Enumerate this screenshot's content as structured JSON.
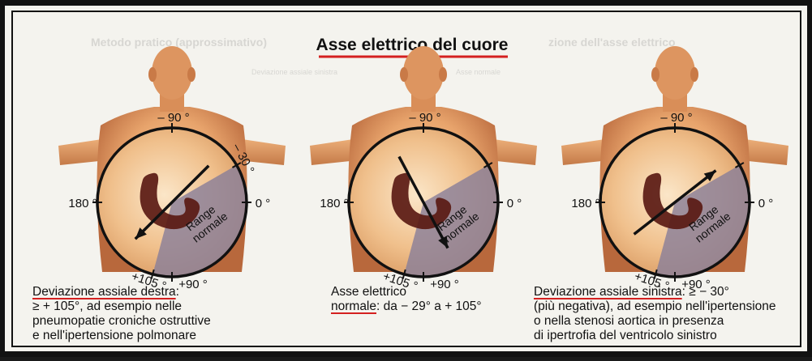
{
  "title": "Asse elettrico del cuore",
  "background_text": {
    "heading_left": "Metodo pratico (approssimativo)",
    "heading_right": "zione dell'asse elettrico",
    "small_1": "Deviazione assiale sinistra",
    "small_2": "Asse normale"
  },
  "angle_labels": {
    "minus90": "– 90 °",
    "minus30": "– 30 °",
    "deg180": "180 °",
    "deg0": "0 °",
    "plus105": "+105 °",
    "plus90": "+90 °",
    "range_line1": "Range",
    "range_line2": "normale"
  },
  "panels": [
    {
      "id": "destra",
      "arrow_angle_deg": 135,
      "show_minus30": true
    },
    {
      "id": "normale",
      "arrow_angle_deg": 62,
      "show_minus30": false
    },
    {
      "id": "sinistra",
      "arrow_angle_deg": -38,
      "show_minus30": false
    }
  ],
  "captions": {
    "left": {
      "underlined": "Deviazione assiale destra",
      "rest_first": ":",
      "lines": [
        "≥ + 105°, ad esempio nelle",
        "pneumopatie croniche ostruttive",
        "e nell'ipertensione polmonare"
      ]
    },
    "center": {
      "line1": "Asse elettrico",
      "underlined": "normale",
      "rest": ": da  − 29°  a  + 105°"
    },
    "right": {
      "underlined": "Deviazione assiale sinistra",
      "rest_first": ":  ≥  − 30°",
      "lines": [
        "(più negativa), ad esempio nell'ipertensione",
        "o nella stenosi aortica in presenza",
        "di ipertrofia del ventricolo sinistro"
      ]
    }
  },
  "colors": {
    "paper": "#f4f3ee",
    "skin": "#e8a46c",
    "skin_dark": "#b86a3e",
    "heart": "#5a1a14",
    "range_sector": "#8a7f98",
    "underline": "#d42020",
    "frame": "#111111"
  }
}
